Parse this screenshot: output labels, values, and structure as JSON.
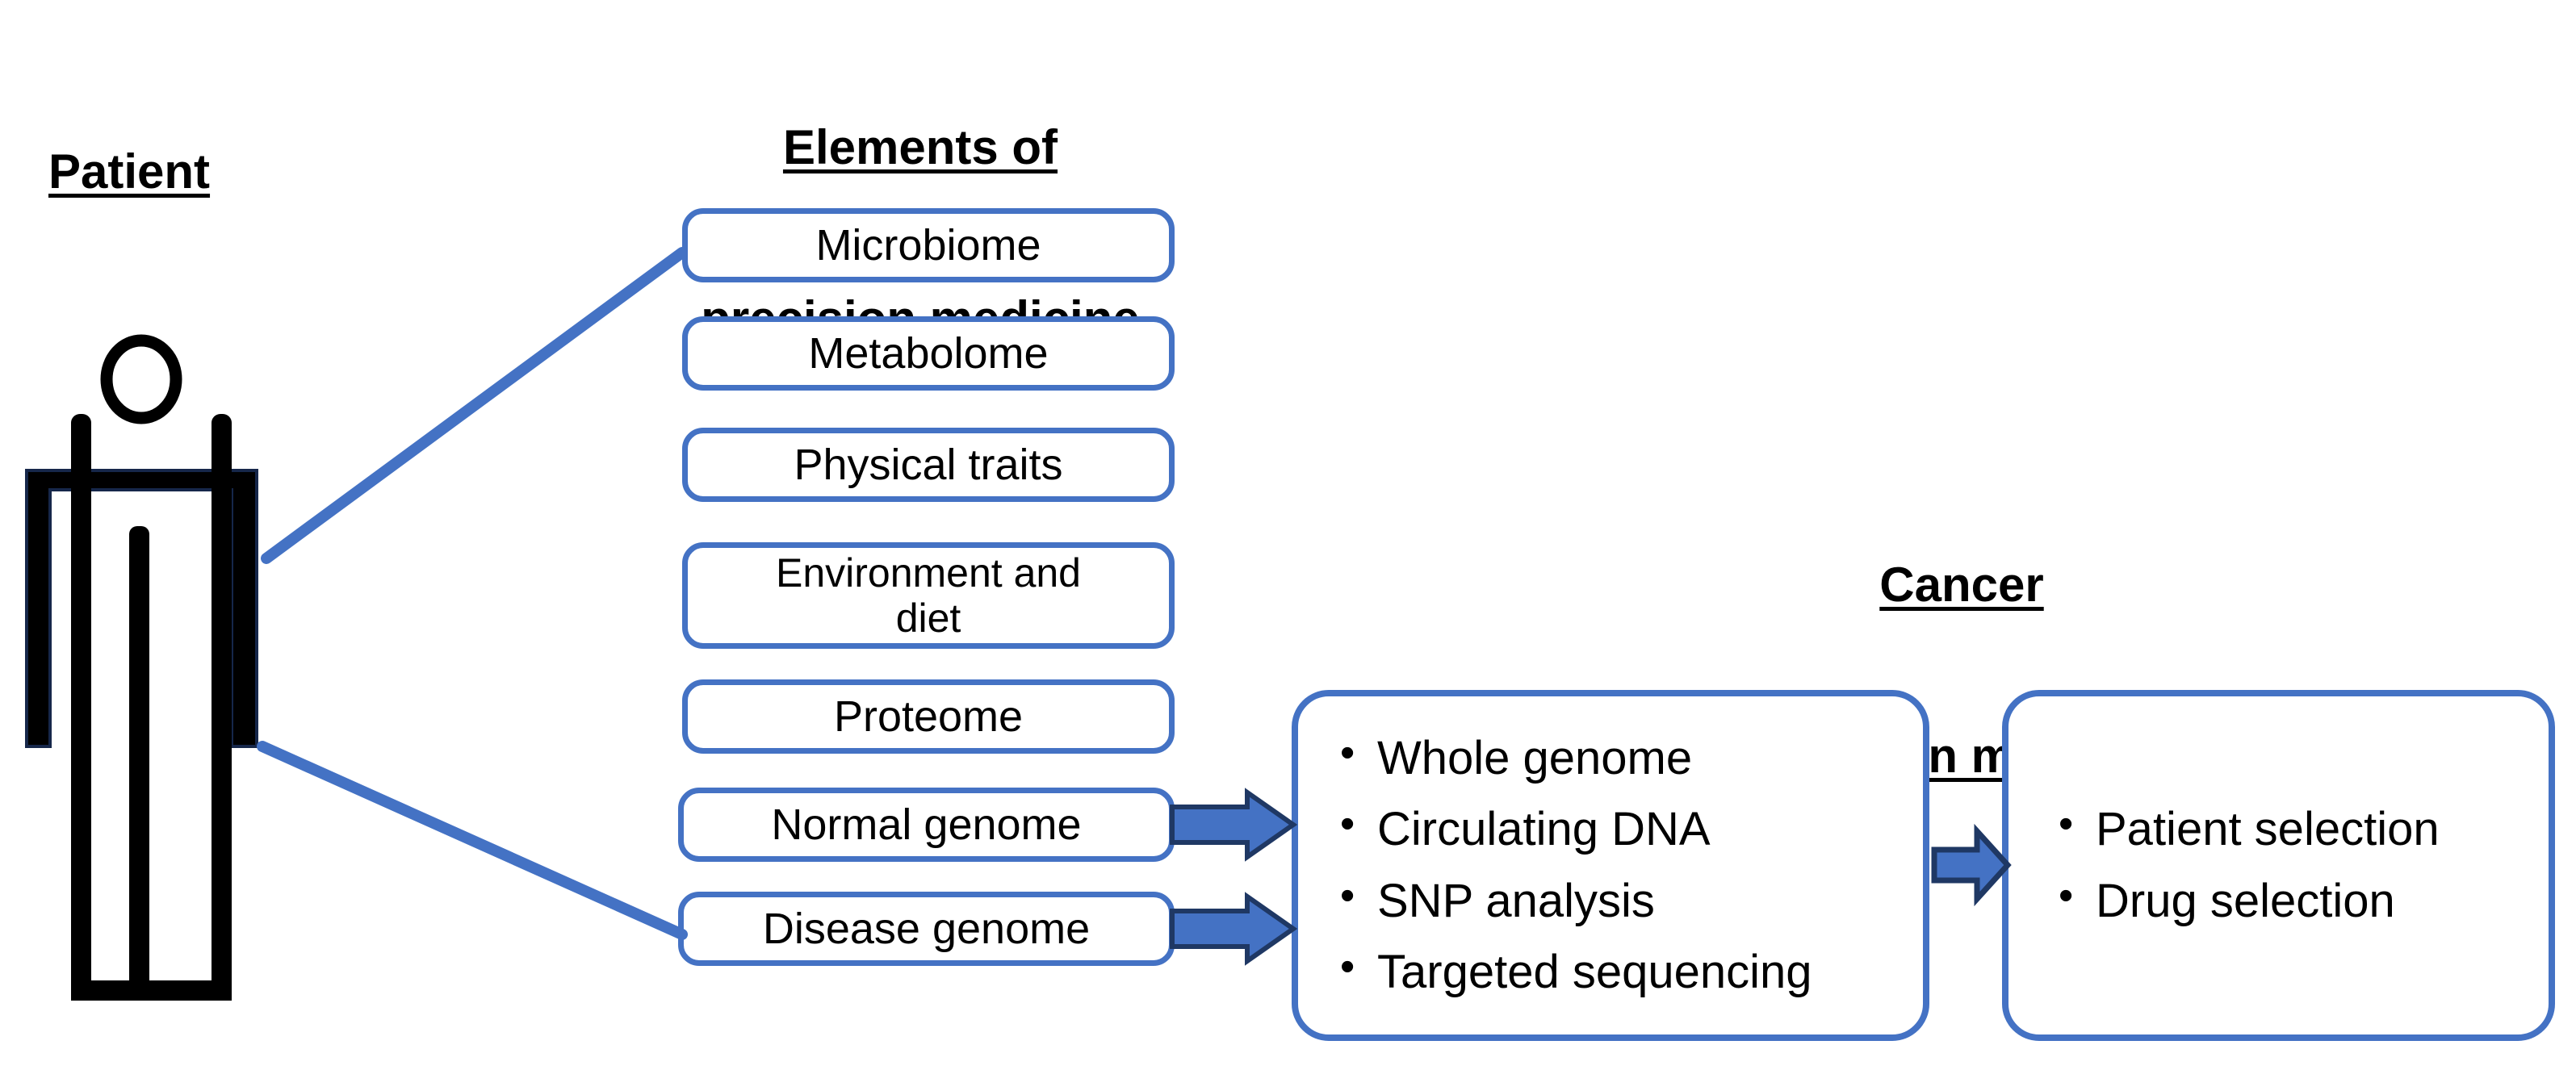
{
  "headings": {
    "patient": {
      "line1": "Patient"
    },
    "elements": {
      "line1": "Elements of",
      "line2": "precision medicine"
    },
    "cancer": {
      "line1": "Cancer",
      "line2": "precision medicine"
    }
  },
  "elements_column": {
    "boxes": [
      {
        "label": "Microbiome"
      },
      {
        "label": "Metabolome"
      },
      {
        "label": "Physical traits"
      },
      {
        "label": "Environment and",
        "label2": "diet"
      },
      {
        "label": "Proteome"
      },
      {
        "label": "Normal genome"
      },
      {
        "label": "Disease genome"
      }
    ]
  },
  "analysis_box": {
    "items": [
      "Whole genome",
      "Circulating DNA",
      "SNP analysis",
      "Targeted sequencing"
    ]
  },
  "outcome_box": {
    "items": [
      "Patient selection",
      "Drug selection"
    ]
  },
  "figure": {
    "name": "patient-stick-figure"
  },
  "colors": {
    "box_border": "#4472C4",
    "arrow_fill": "#4472C4",
    "arrow_outline": "#1F3864",
    "connector": "#4472C4",
    "figure": "#000000",
    "background": "#FFFFFF",
    "text": "#000000"
  }
}
